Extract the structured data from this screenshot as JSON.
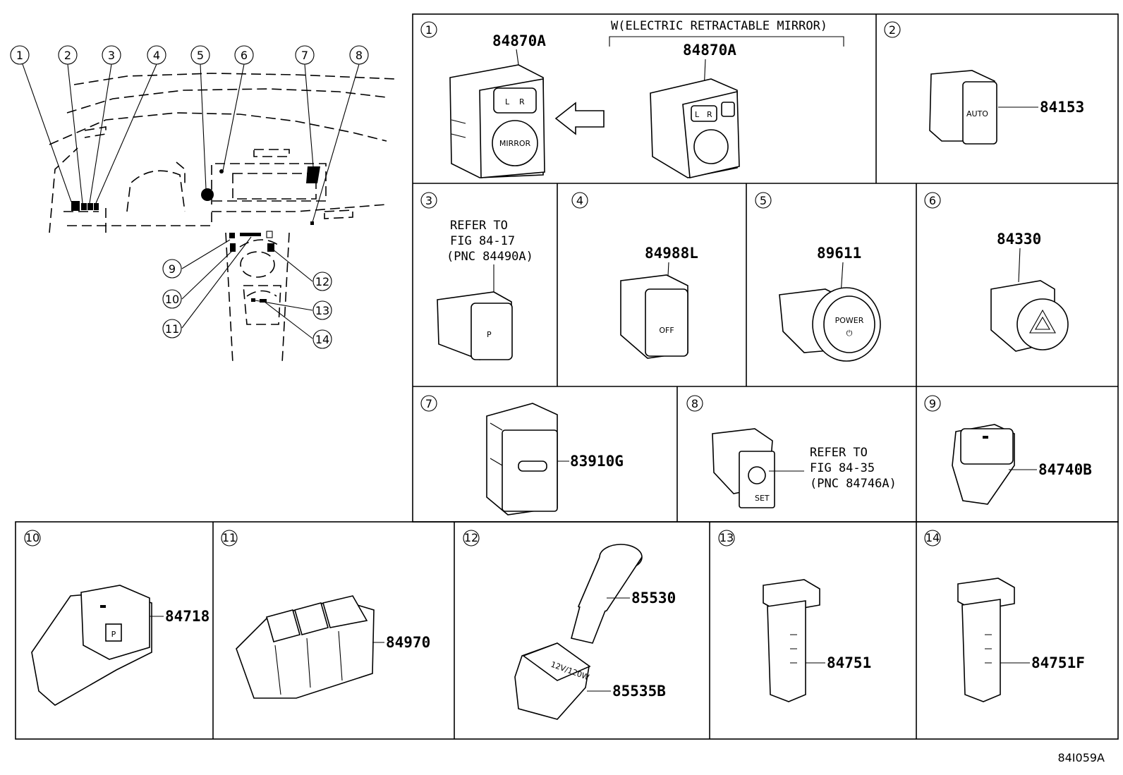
{
  "callouts": [
    "1",
    "2",
    "3",
    "4",
    "5",
    "6",
    "7",
    "8",
    "9",
    "10",
    "11",
    "12",
    "13",
    "14"
  ],
  "cells": {
    "c1": {
      "num": "1",
      "part_main": "84870A",
      "note": "W(ELECTRIC RETRACTABLE MIRROR)",
      "part_alt": "84870A",
      "switch_l": "L",
      "switch_r": "R",
      "switch_mirror": "MIRROR"
    },
    "c2": {
      "num": "2",
      "part": "84153",
      "switch_text": "AUTO"
    },
    "c3": {
      "num": "3",
      "ref1": "REFER TO",
      "ref2": "FIG 84-17",
      "ref3": "(PNC 84490A)"
    },
    "c4": {
      "num": "4",
      "part": "84988L",
      "switch_text": "OFF"
    },
    "c5": {
      "num": "5",
      "part": "89611",
      "switch_text": "POWER"
    },
    "c6": {
      "num": "6",
      "part": "84330"
    },
    "c7": {
      "num": "7",
      "part": "83910G"
    },
    "c8": {
      "num": "8",
      "ref1": "REFER TO",
      "ref2": "FIG 84-35",
      "ref3": "(PNC 84746A)",
      "switch_text": "SET"
    },
    "c9": {
      "num": "9",
      "part": "84740B"
    },
    "c10": {
      "num": "10",
      "part": "84718",
      "switch_text": "P"
    },
    "c11": {
      "num": "11",
      "part": "84970"
    },
    "c12": {
      "num": "12",
      "part_a": "85530",
      "part_b": "85535B",
      "switch_text": "12V/120W"
    },
    "c13": {
      "num": "13",
      "part": "84751"
    },
    "c14": {
      "num": "14",
      "part": "84751F"
    }
  },
  "figure_code": "84I059A"
}
